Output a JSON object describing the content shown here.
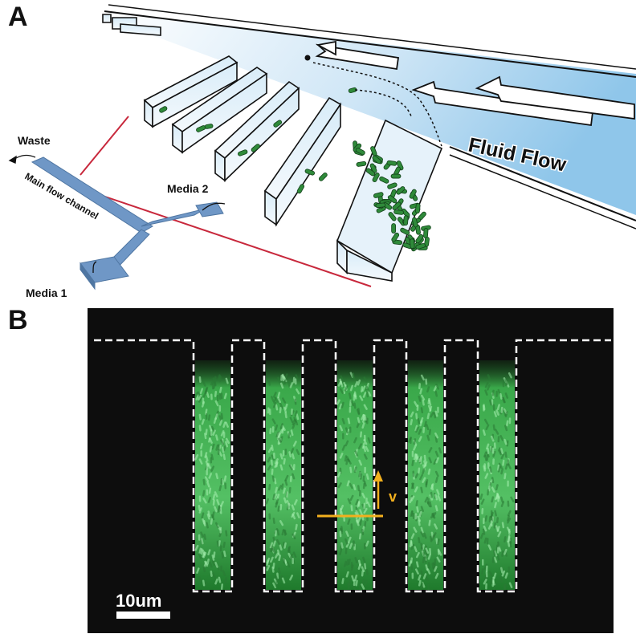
{
  "panel_a": {
    "letter": "A",
    "labels": {
      "waste": "Waste",
      "main_channel": "Main flow channel",
      "media1": "Media 1",
      "media2": "Media 2",
      "fluid_flow": "Fluid Flow"
    }
  },
  "panel_b": {
    "letter": "B",
    "velocity_label": "v",
    "scale_bar_label": "10um"
  },
  "colors": {
    "chip_blue": "#6f97c6",
    "cell_green": "#2f8a3a",
    "zoom_line": "#c8283c",
    "velocity_arrow": "#f2b01e",
    "channel_outline": "#ffffff"
  }
}
